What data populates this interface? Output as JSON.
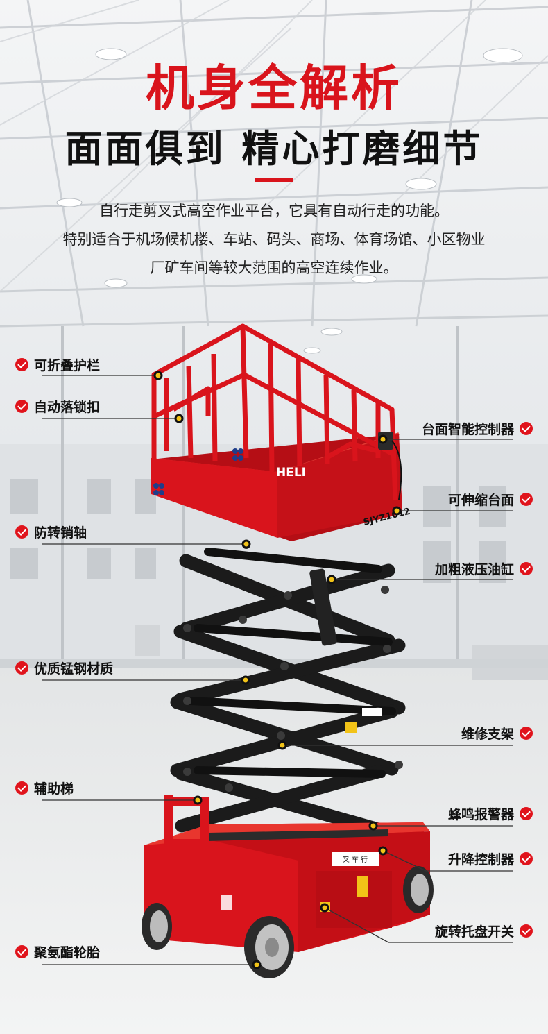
{
  "header": {
    "title": "机身全解析",
    "subtitle": "面面俱到 精心打磨细节"
  },
  "intro": {
    "line1": "自行走剪叉式高空作业平台，它具有自动行走的功能。",
    "line2": "特别适合于机场候机楼、车站、码头、商场、体育场馆、小区物业",
    "line3": "厂矿车间等较大范围的高空连续作业。"
  },
  "machine": {
    "brand": "HELI",
    "model": "SJYZ1012",
    "direction_sign": "叉 车 行"
  },
  "colors": {
    "accent": "#d9141c",
    "marker": "#f2c318",
    "scissor": "#1b1b1b"
  },
  "features": {
    "left": [
      {
        "label": "可折叠护栏"
      },
      {
        "label": "自动落锁扣"
      },
      {
        "label": "防转销轴"
      },
      {
        "label": "优质锰钢材质"
      },
      {
        "label": "辅助梯"
      },
      {
        "label": "聚氨酯轮胎"
      }
    ],
    "right": [
      {
        "label": "台面智能控制器"
      },
      {
        "label": "可伸缩台面"
      },
      {
        "label": "加粗液压油缸"
      },
      {
        "label": "维修支架"
      },
      {
        "label": "蜂鸣报警器"
      },
      {
        "label": "升降控制器"
      },
      {
        "label": "旋转托盘开关"
      }
    ]
  }
}
